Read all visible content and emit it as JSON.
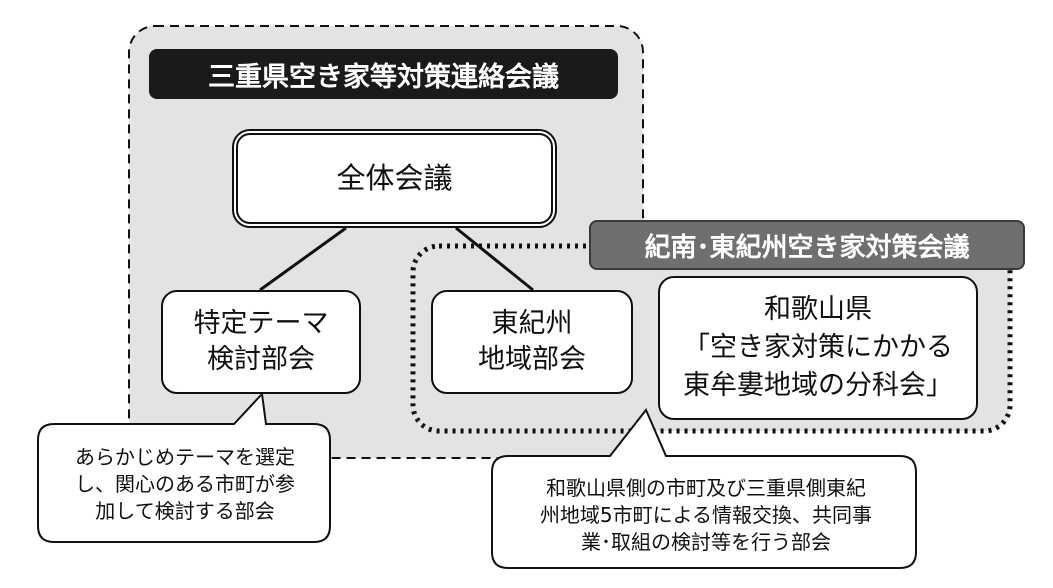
{
  "mie_council": {
    "title": "三重県空き家等対策連絡会議"
  },
  "plenary": {
    "label": "全体会議"
  },
  "theme_subcommittee": {
    "label": "特定テーマ\n検討部会"
  },
  "higashikishu_subcommittee": {
    "label": "東紀州\n地域部会"
  },
  "kinan_council": {
    "title": "紀南･東紀州空き家対策会議"
  },
  "wakayama_box": {
    "label": "和歌山県\n「空き家対策にかかる\n東牟婁地域の分科会」"
  },
  "callout_theme": {
    "text": "あらかじめテーマを選定\nし、関心のある市町が参\n加して検討する部会"
  },
  "callout_exchange": {
    "text": "和歌山県側の市町及び三重県側東紀\n州地域5市町による情報交換、共同事\n業･取組の検討等を行う部会"
  },
  "colors": {
    "region_fill": "#e3e3e3",
    "mie_banner": "#1a1a1a",
    "kinan_banner": "#6f6f6f",
    "line": "#111111"
  }
}
